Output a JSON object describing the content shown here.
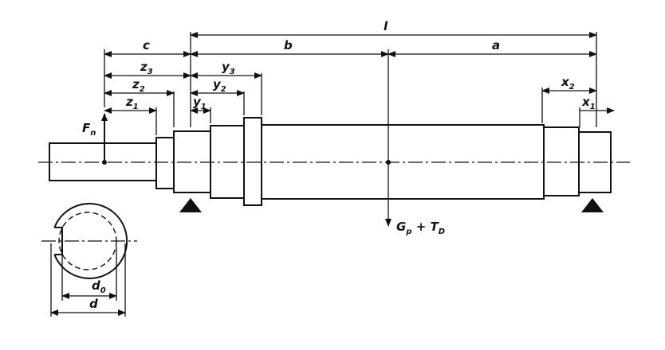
{
  "labels": {
    "l": "l",
    "c": "c",
    "b": "b",
    "a": "a",
    "z3": "z",
    "z3_sub": "3",
    "z2": "z",
    "z2_sub": "2",
    "z1": "z",
    "z1_sub": "1",
    "y3": "y",
    "y3_sub": "3",
    "y2": "y",
    "y2_sub": "2",
    "y1": "y",
    "y1_sub": "1",
    "x2": "x",
    "x2_sub": "2",
    "x1": "x",
    "x1_sub": "1",
    "fn": "F",
    "fn_sub": "n",
    "gp": "G",
    "gp_sub": "p",
    "gp_plus": " + T",
    "gp_sub2": "D",
    "d0": "d",
    "d0_sub": "0",
    "d": "d"
  }
}
